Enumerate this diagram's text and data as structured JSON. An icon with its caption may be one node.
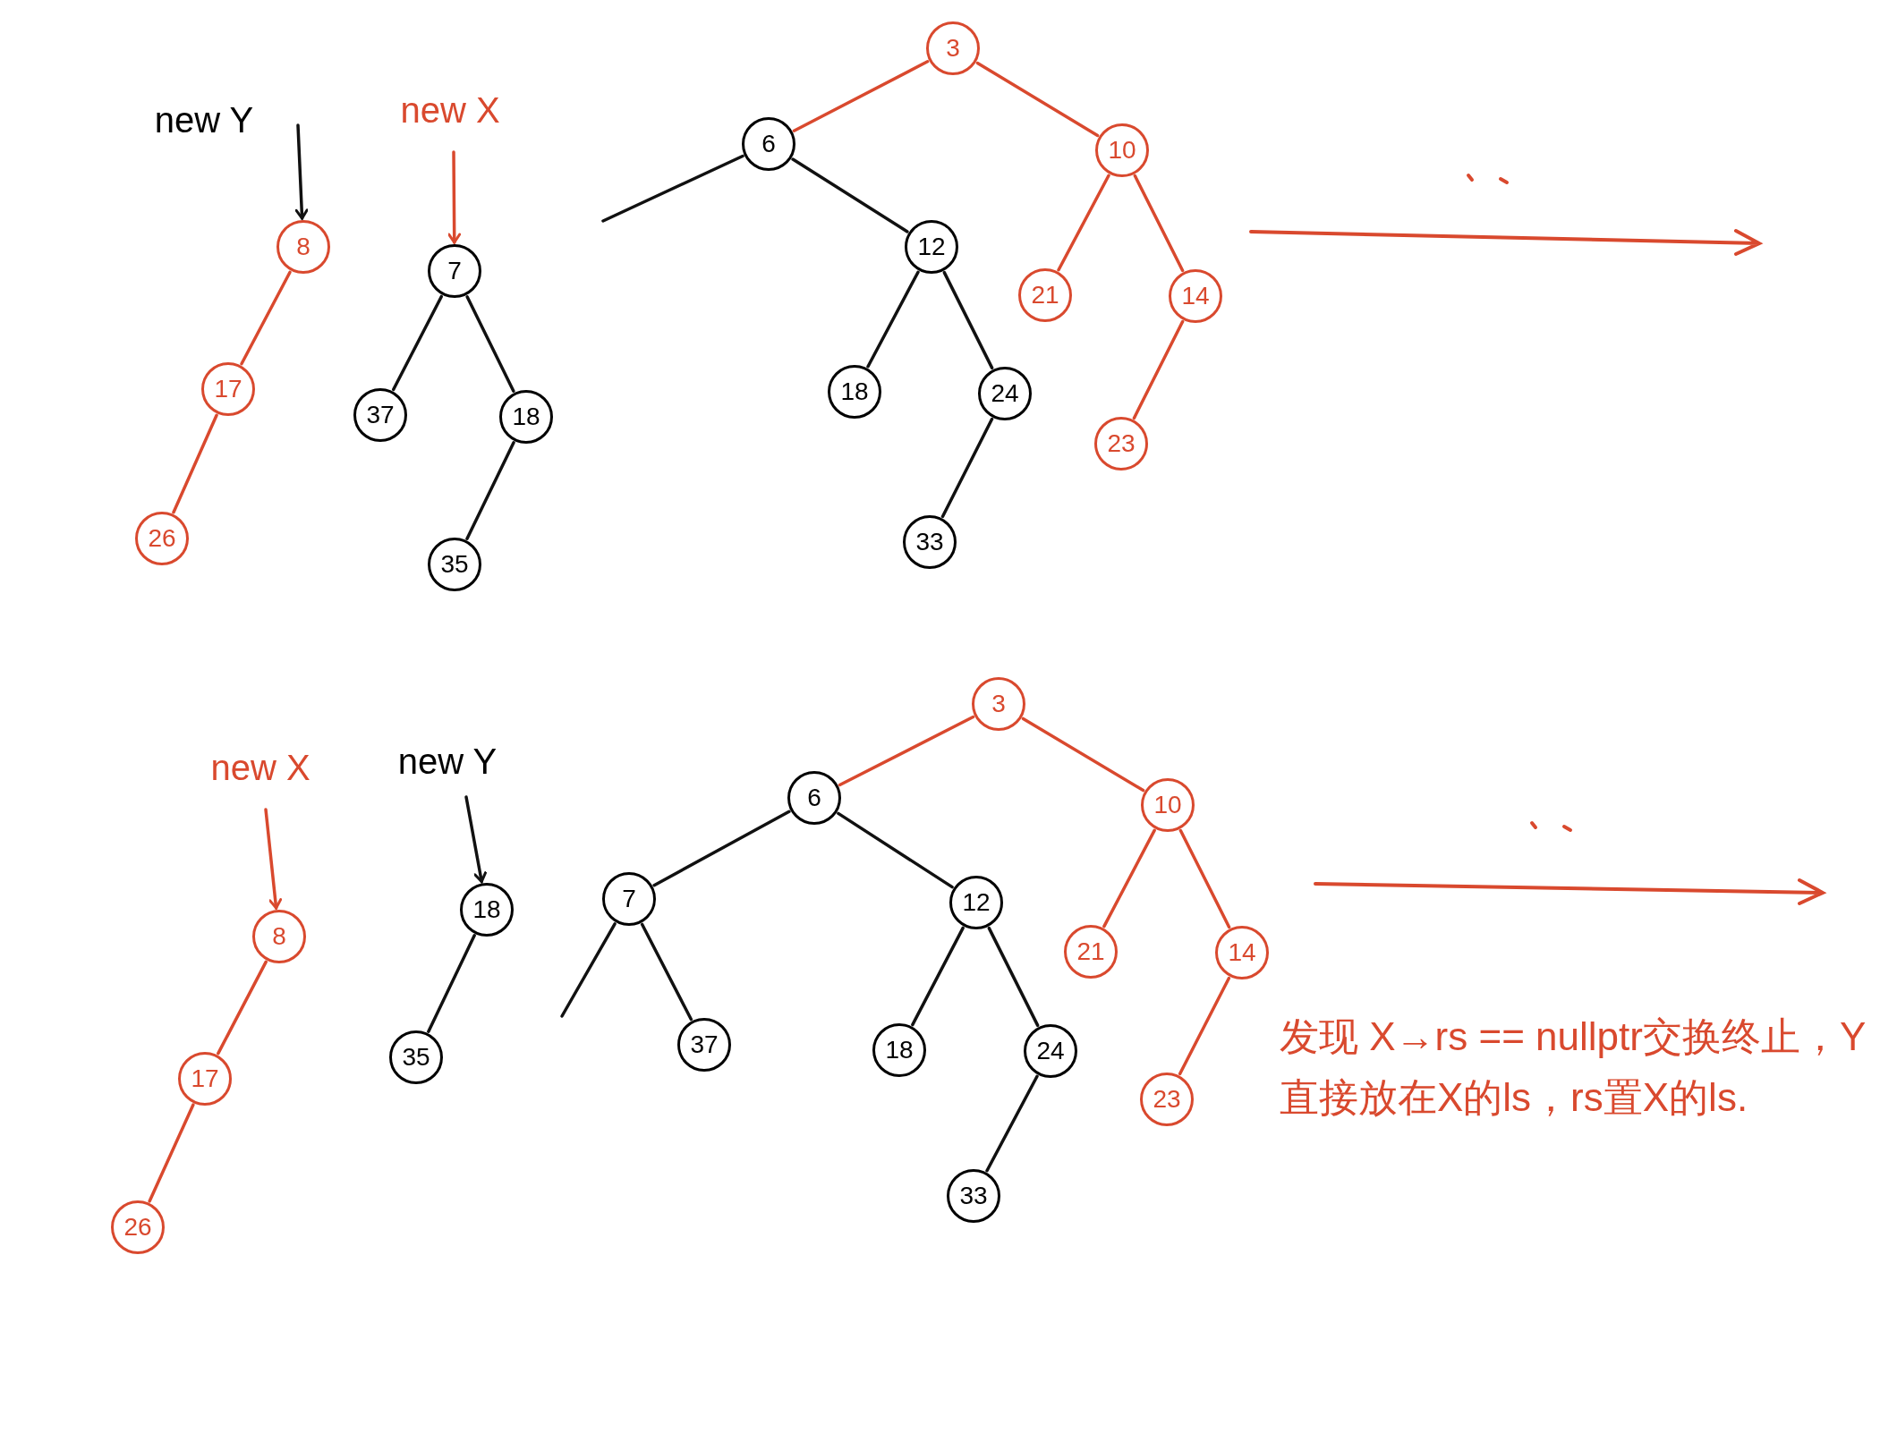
{
  "diagram": {
    "nodes": [
      {
        "text": [
          "new Y"
        ]
      },
      {
        "text": [
          "8"
        ]
      },
      {
        "text": [
          "17"
        ]
      },
      {
        "text": [
          "26"
        ]
      },
      {
        "text": [
          "new X"
        ]
      },
      {
        "text": [
          "7"
        ]
      },
      {
        "text": [
          "37"
        ]
      },
      {
        "text": [
          "18"
        ]
      },
      {
        "text": [
          "35"
        ]
      },
      {
        "text": [
          "3"
        ]
      },
      {
        "text": [
          "6"
        ]
      },
      {
        "text": [
          "12"
        ]
      },
      {
        "text": [
          "18"
        ]
      },
      {
        "text": [
          "24"
        ]
      },
      {
        "text": [
          "33"
        ]
      },
      {
        "text": [
          "10"
        ]
      },
      {
        "text": [
          "21"
        ]
      },
      {
        "text": [
          "14"
        ]
      },
      {
        "text": [
          "23"
        ]
      },
      {
        "text": [
          "new X"
        ]
      },
      {
        "text": [
          "8"
        ]
      },
      {
        "text": [
          "17"
        ]
      },
      {
        "text": [
          "26"
        ]
      },
      {
        "text": [
          "new Y"
        ]
      },
      {
        "text": [
          "18"
        ]
      },
      {
        "text": [
          "35"
        ]
      },
      {
        "text": [
          "3"
        ]
      },
      {
        "text": [
          "6"
        ]
      },
      {
        "text": [
          "7"
        ]
      },
      {
        "text": [
          "37"
        ]
      },
      {
        "text": [
          "12"
        ]
      },
      {
        "text": [
          "18"
        ]
      },
      {
        "text": [
          "24"
        ]
      },
      {
        "text": [
          "33"
        ]
      },
      {
        "text": [
          "10"
        ]
      },
      {
        "text": [
          "21"
        ]
      },
      {
        "text": [
          "14"
        ]
      },
      {
        "text": [
          "23"
        ]
      }
    ],
    "edges": [
      {
        "from": 0,
        "to": 1,
        "arrow": "to"
      },
      {
        "from": 1,
        "to": 2,
        "arrow": "none",
        "color": "#d9492e"
      },
      {
        "from": 2,
        "to": 3,
        "arrow": "none",
        "color": "#d9492e"
      },
      {
        "from": 4,
        "to": 5,
        "arrow": "to",
        "color": "#d9492e"
      },
      {
        "from": 5,
        "to": 6,
        "arrow": "none"
      },
      {
        "from": 5,
        "to": 7,
        "arrow": "none"
      },
      {
        "from": 7,
        "to": 8,
        "arrow": "none"
      },
      {
        "from": 9,
        "to": 10,
        "arrow": "none",
        "color": "#d9492e"
      },
      {
        "from": 9,
        "to": 15,
        "arrow": "none",
        "color": "#d9492e"
      },
      {
        "from": 10,
        "to": null,
        "arrow": "none"
      },
      {
        "from": 10,
        "to": 11,
        "arrow": "none"
      },
      {
        "from": 11,
        "to": 12,
        "arrow": "none"
      },
      {
        "from": 11,
        "to": 13,
        "arrow": "none"
      },
      {
        "from": 13,
        "to": 14,
        "arrow": "none"
      },
      {
        "from": 15,
        "to": 16,
        "arrow": "none",
        "color": "#d9492e"
      },
      {
        "from": 15,
        "to": 17,
        "arrow": "none",
        "color": "#d9492e"
      },
      {
        "from": 17,
        "to": 18,
        "arrow": "none",
        "color": "#d9492e"
      },
      {
        "from": 19,
        "to": 20,
        "arrow": "to",
        "color": "#d9492e"
      },
      {
        "from": 20,
        "to": 21,
        "arrow": "none",
        "color": "#d9492e"
      },
      {
        "from": 21,
        "to": 22,
        "arrow": "none",
        "color": "#d9492e"
      },
      {
        "from": 23,
        "to": 24,
        "arrow": "to"
      },
      {
        "from": 24,
        "to": 25,
        "arrow": "none"
      },
      {
        "from": 26,
        "to": 27,
        "arrow": "none",
        "color": "#d9492e"
      },
      {
        "from": 26,
        "to": 34,
        "arrow": "none",
        "color": "#d9492e"
      },
      {
        "from": 27,
        "to": 28,
        "arrow": "none"
      },
      {
        "from": 27,
        "to": 30,
        "arrow": "none"
      },
      {
        "from": 28,
        "to": null,
        "arrow": "none"
      },
      {
        "from": 28,
        "to": 29,
        "arrow": "none"
      },
      {
        "from": 30,
        "to": 31,
        "arrow": "none"
      },
      {
        "from": 30,
        "to": 32,
        "arrow": "none"
      },
      {
        "from": 32,
        "to": 33,
        "arrow": "none"
      },
      {
        "from": 34,
        "to": 35,
        "arrow": "none",
        "color": "#d9492e"
      },
      {
        "from": 34,
        "to": 36,
        "arrow": "none",
        "color": "#d9492e"
      },
      {
        "from": 36,
        "to": 37,
        "arrow": "none",
        "color": "#d9492e"
      }
    ],
    "labels": [
      "发现 X→rs == nullptr交换终止，Y直接放在X的ls，rs置X的ls."
    ]
  }
}
